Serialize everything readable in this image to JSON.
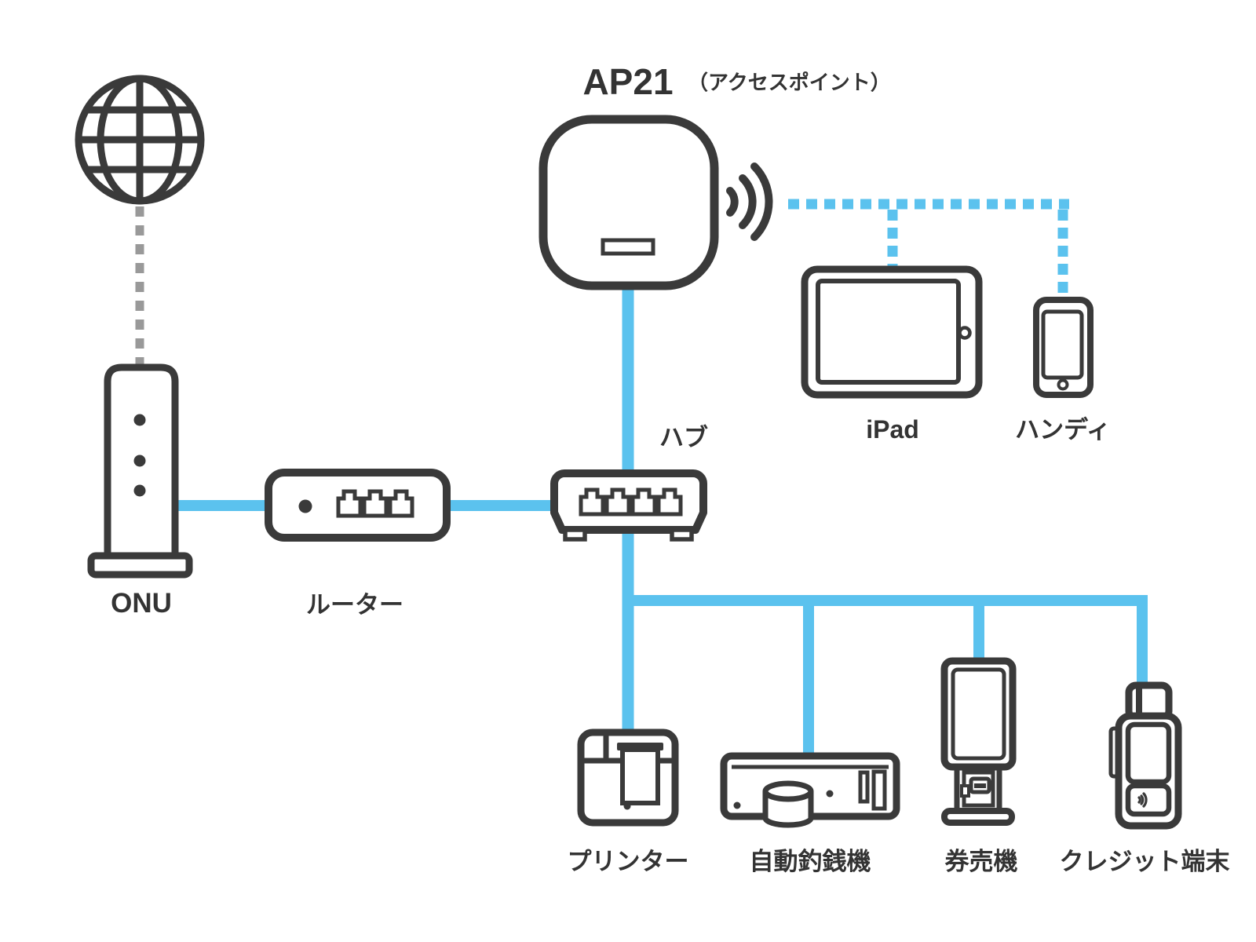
{
  "header": {
    "ap_name": "AP21",
    "ap_suffix": "（アクセスポイント）"
  },
  "nodes": {
    "internet": {
      "icon": "globe-icon"
    },
    "onu": {
      "label": "ONU"
    },
    "router": {
      "label": "ルーター"
    },
    "hub": {
      "label": "ハブ"
    },
    "ap21": {
      "label": "AP21"
    },
    "ipad": {
      "label": "iPad"
    },
    "handy": {
      "label": "ハンディ"
    },
    "printer": {
      "label": "プリンター"
    },
    "change_machine": {
      "label": "自動釣銭機"
    },
    "ticket_machine": {
      "label": "券売機"
    },
    "credit_terminal": {
      "label": "クレジット端末"
    }
  },
  "connections": [
    {
      "from": "internet",
      "to": "onu",
      "style": "dashed",
      "color": "#999999",
      "type": "wan-line"
    },
    {
      "from": "onu",
      "to": "router",
      "style": "solid",
      "color": "#5bc2ee",
      "type": "lan-cable"
    },
    {
      "from": "router",
      "to": "hub",
      "style": "solid",
      "color": "#5bc2ee",
      "type": "lan-cable"
    },
    {
      "from": "hub",
      "to": "ap21",
      "style": "solid",
      "color": "#5bc2ee",
      "type": "lan-cable"
    },
    {
      "from": "ap21",
      "to": "ipad",
      "style": "dashed",
      "color": "#5bc2ee",
      "type": "wireless"
    },
    {
      "from": "ap21",
      "to": "handy",
      "style": "dashed",
      "color": "#5bc2ee",
      "type": "wireless"
    },
    {
      "from": "hub",
      "to": "printer",
      "style": "solid",
      "color": "#5bc2ee",
      "type": "lan-cable"
    },
    {
      "from": "hub",
      "to": "change_machine",
      "style": "solid",
      "color": "#5bc2ee",
      "type": "lan-cable"
    },
    {
      "from": "hub",
      "to": "ticket_machine",
      "style": "solid",
      "color": "#5bc2ee",
      "type": "lan-cable"
    },
    {
      "from": "hub",
      "to": "credit_terminal",
      "style": "solid",
      "color": "#5bc2ee",
      "type": "lan-cable"
    }
  ],
  "colors": {
    "outline_dark": "#3a3a3a",
    "cable_blue": "#5bc2ee",
    "title_blue": "#1e9cd8",
    "wan_dash_gray": "#999999",
    "background": "#ffffff",
    "label_text": "#333333"
  }
}
